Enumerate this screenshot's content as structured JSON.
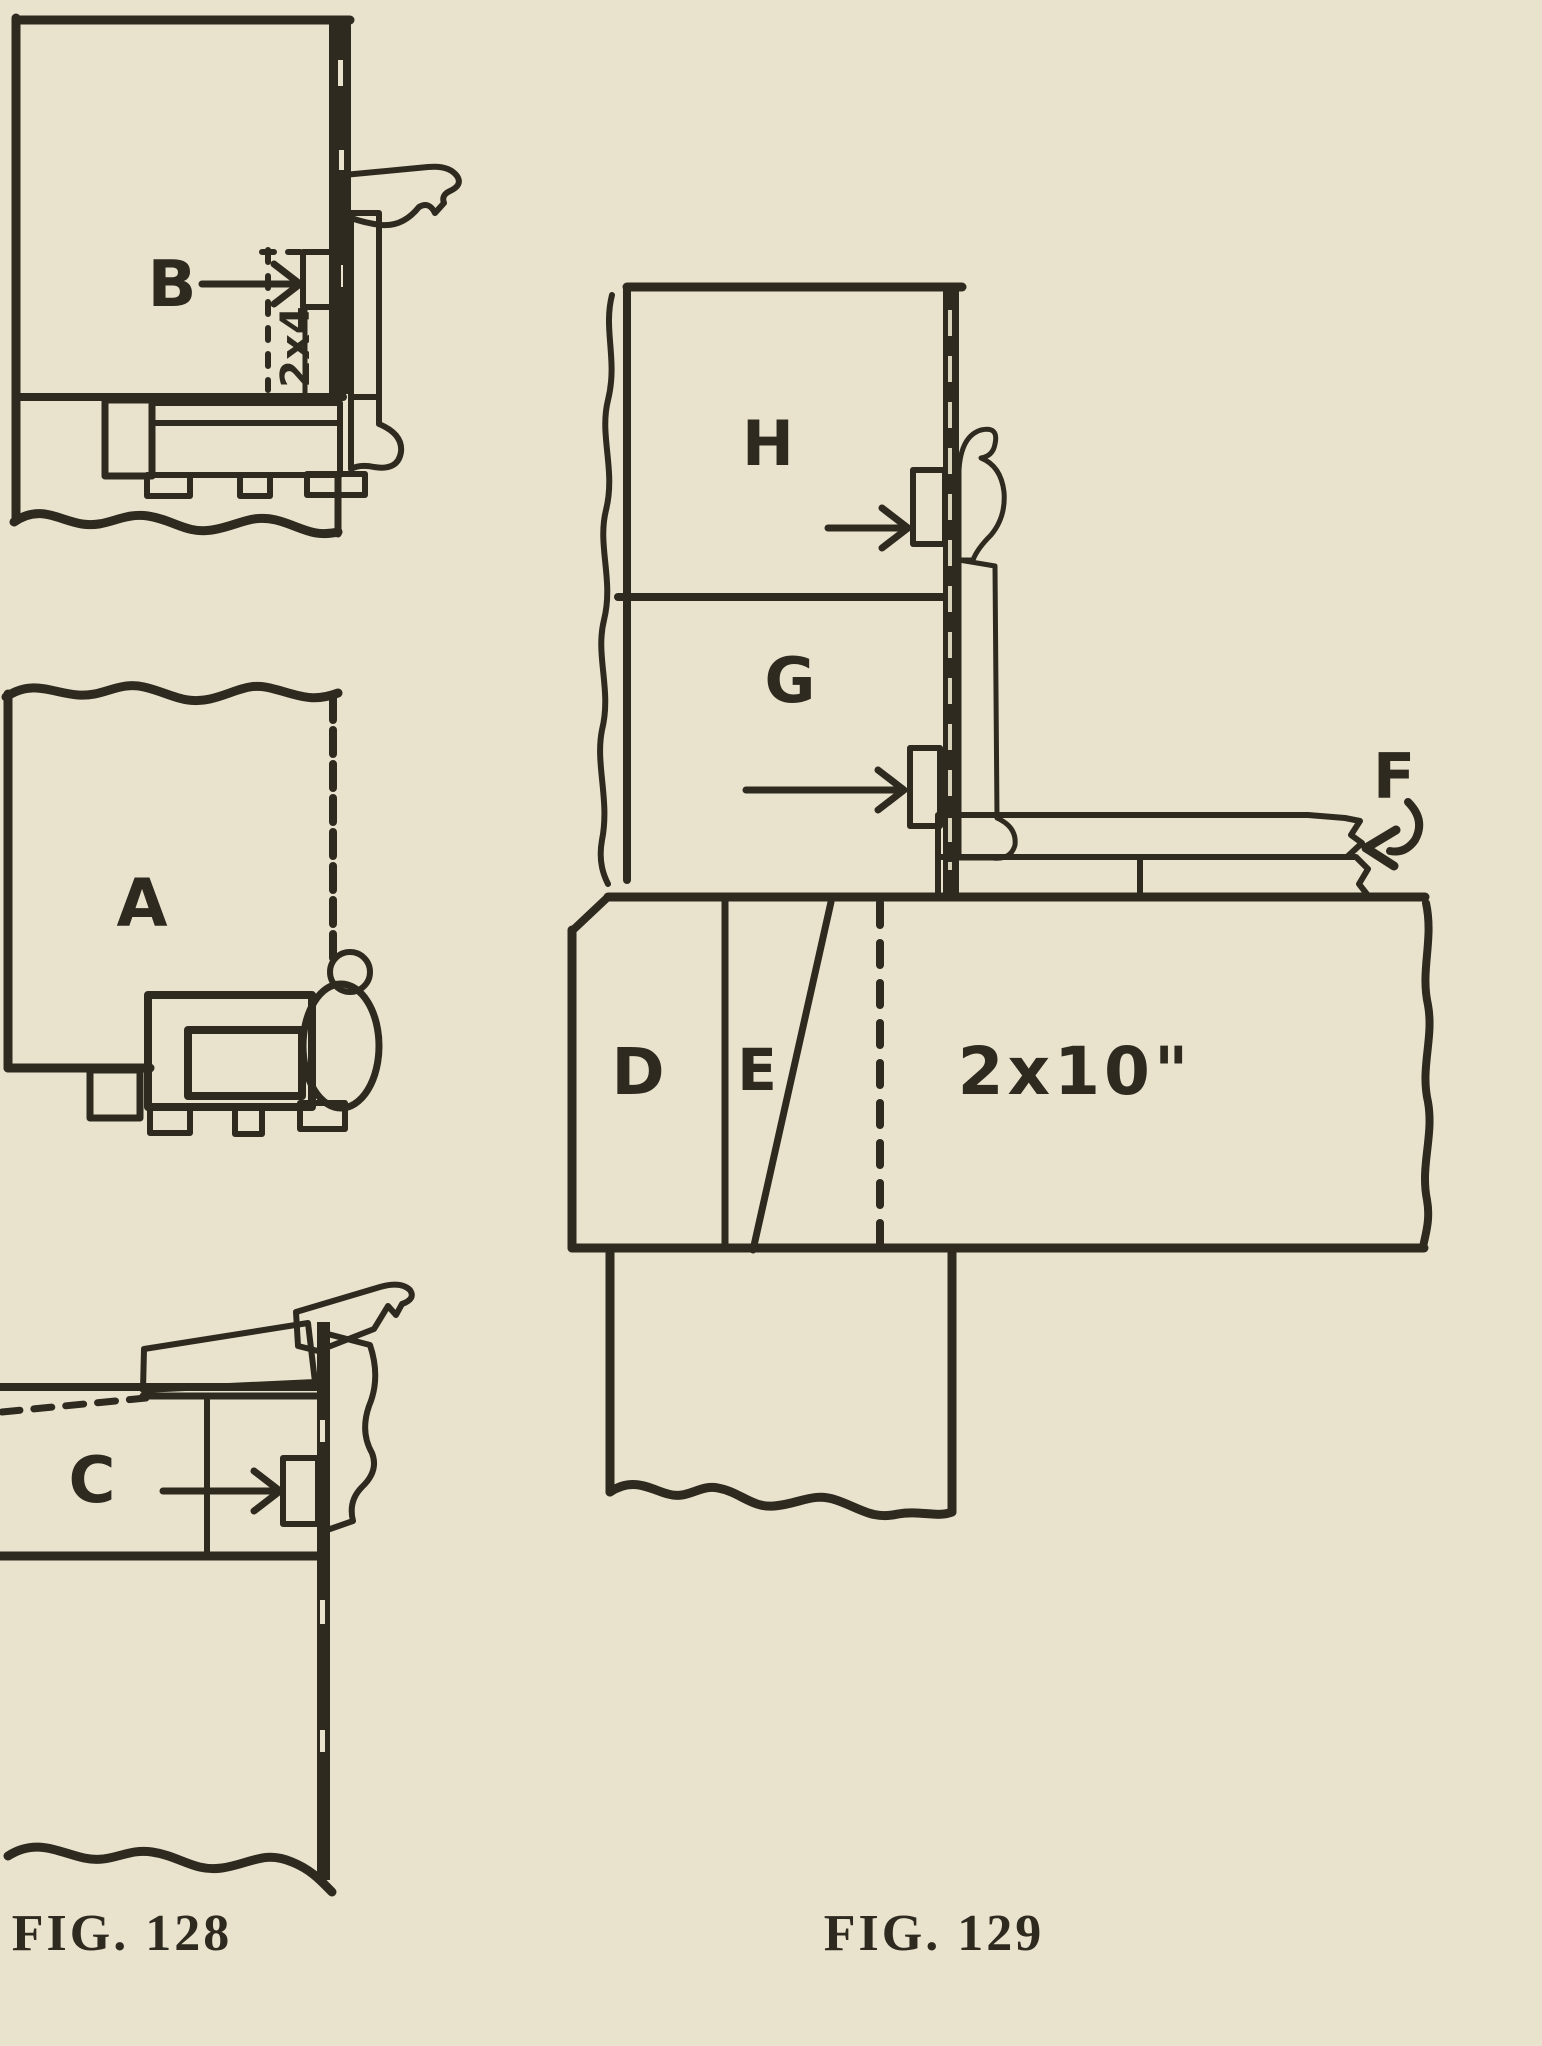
{
  "page": {
    "background_color": "#e9e3cd",
    "ink_color": "#2e2a1f",
    "type": "book-plate-technical-diagram"
  },
  "fig128": {
    "caption": "FIG. 128",
    "labels": {
      "detail_b": "B",
      "stud_size": "2x4",
      "detail_a": "A",
      "detail_c": "C"
    }
  },
  "fig129": {
    "caption": "FIG. 129",
    "labels": {
      "detail_h": "H",
      "detail_g": "G",
      "detail_f": "F",
      "detail_d": "D",
      "detail_e": "E",
      "joist_size": "2x10\""
    }
  }
}
